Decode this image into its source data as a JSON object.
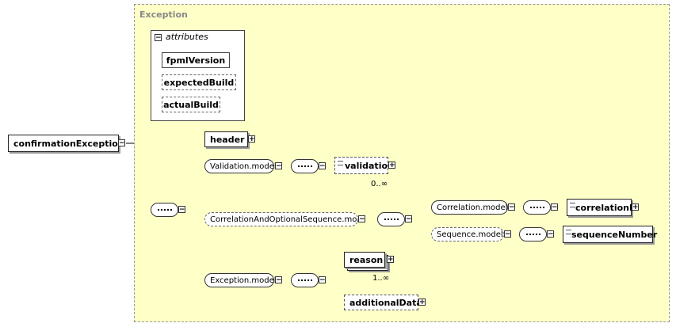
{
  "root": {
    "label": "confirmationException"
  },
  "type_label": "Exception",
  "attributes": {
    "header": "attributes",
    "items": [
      "fpmlVersion",
      "expectedBuild",
      "actualBuild"
    ]
  },
  "elements": {
    "header": "header",
    "validation": "validation",
    "validation_occ": "0..∞",
    "correlationId": "correlationId",
    "sequenceNumber": "sequenceNumber",
    "reason": "reason",
    "reason_occ": "1..∞",
    "additionalData": "additionalData"
  },
  "groups": {
    "validation_model": "Validation.model",
    "correlation_seq_model": "CorrelationAndOptionalSequence.mo...",
    "correlation_model": "Correlation.model",
    "sequence_model": "Sequence.model",
    "exception_model": "Exception.model"
  },
  "icons": {
    "expand": "plus-icon",
    "collapse": "minus-icon"
  },
  "colors": {
    "type_background": "#ffffc8"
  }
}
